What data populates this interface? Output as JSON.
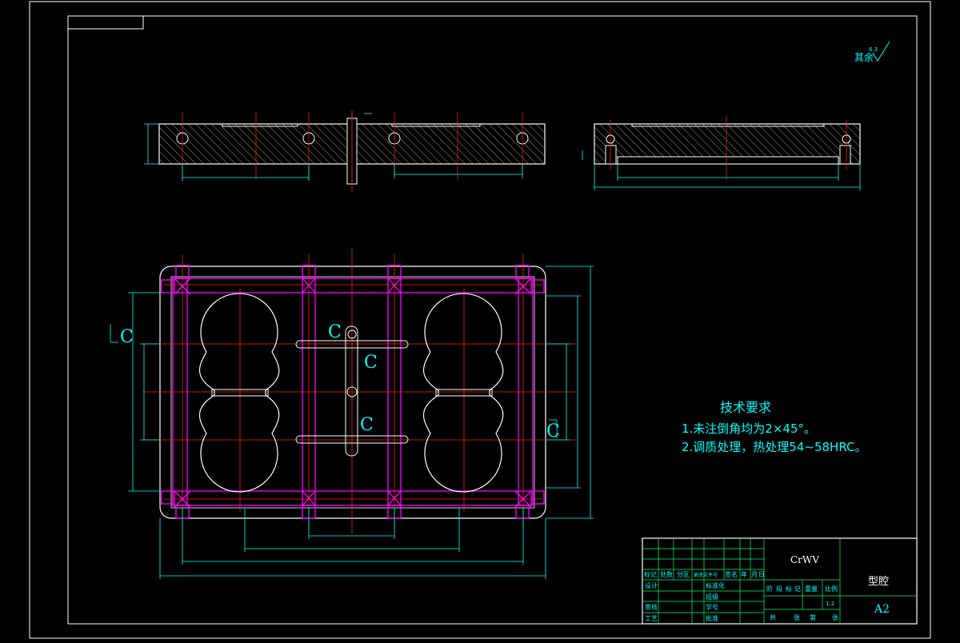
{
  "colors": {
    "background": "#000000",
    "outline": "#ffffff",
    "dimension": "#00ffff",
    "centerline": "#ff2020",
    "hatch": "#c8c8c8",
    "bolt_pattern": "#ff00ff",
    "note_text": "#00ffff"
  },
  "roughness_note": {
    "label": "其余",
    "value": "6.3"
  },
  "section_labels": {
    "c1": "C",
    "c2": "C",
    "c3": "C",
    "c4": "C",
    "c5": "C"
  },
  "tech_requirements": {
    "title": "技术要求",
    "items": [
      "1.未注倒角均为2×45°。",
      "2.调质处理，热处理54~58HRC。"
    ]
  },
  "title_block": {
    "material": "CrWV",
    "part_name": "型腔",
    "sheet_size": "A2",
    "scale": "1:2",
    "header_row": [
      "标记",
      "处数",
      "分区",
      "更改文件号",
      "签名",
      "年",
      "月",
      "日"
    ],
    "left_rows": [
      "设计",
      "",
      "审核",
      "工艺"
    ],
    "mid_rows": [
      "标准化",
      "班级",
      "学号",
      "批准"
    ],
    "stage_labels": [
      "阶",
      "段",
      "标",
      "记",
      "重量",
      "比例"
    ],
    "sheet_labels": [
      "共",
      "张",
      "第",
      "张"
    ]
  }
}
